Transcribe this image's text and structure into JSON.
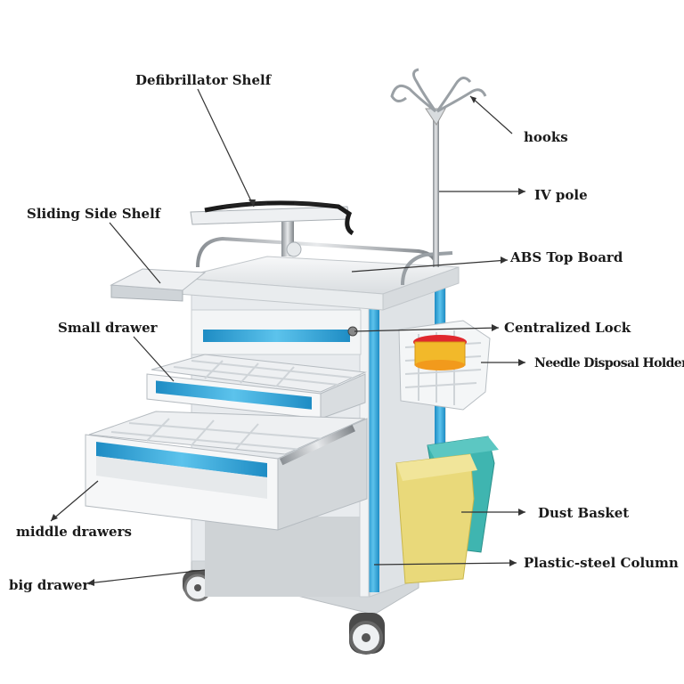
{
  "labels": {
    "defibrillator_shelf": "Defibrillator Shelf",
    "hooks": "hooks",
    "iv_pole": "IV pole",
    "sliding_side_shelf": "Sliding Side Shelf",
    "abs_top_board": "ABS Top Board",
    "small_drawer": "Small drawer",
    "centralized_lock": "Centralized Lock",
    "needle_disposal_holder": "Needle Disposal Holder",
    "dust_basket": "Dust Basket",
    "middle_drawers": "middle drawers",
    "plastic_steel_column": "Plastic-steel Column",
    "big_drawer": "big drawer"
  },
  "colors": {
    "accent_blue": "#3aa7d6",
    "frame_gray": "#dfe3e6",
    "basket_yellow": "#e9d97a",
    "basket_teal": "#3fb5b0",
    "sharps_orange": "#f29a1c"
  }
}
